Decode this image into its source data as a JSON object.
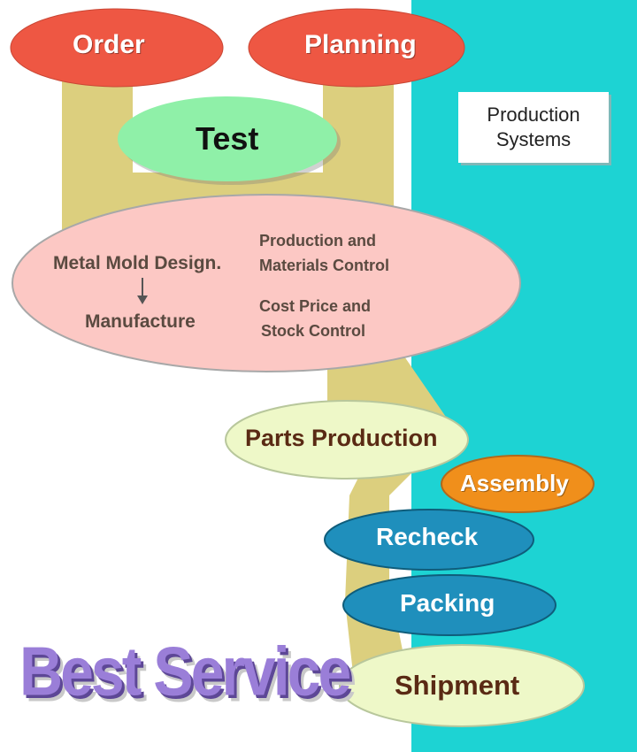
{
  "colors": {
    "cyan_band": "#1dd3d3",
    "tan_path": "#dccf7e",
    "red_oval": "#ee5743",
    "green_oval": "#8ff0a8",
    "pink_oval": "#fcc8c4",
    "cream_oval": "#eef8c8",
    "orange_oval": "#f08f1b",
    "blue_oval": "#1f8fbc",
    "headline": "#9a7ed8"
  },
  "nodes": {
    "order": "Order",
    "planning": "Planning",
    "test": "Test",
    "metal_mold": "Metal Mold Design.",
    "manufacture": "Manufacture",
    "production_materials_1": "Production and",
    "production_materials_2": "Materials Control",
    "cost_price_1": "Cost Price and",
    "cost_price_2": "Stock Control",
    "parts_production": "Parts Production",
    "assembly": "Assembly",
    "recheck": "Recheck",
    "packing": "Packing",
    "shipment": "Shipment"
  },
  "systems_box": {
    "line1": "Production",
    "line2": "Systems"
  },
  "headline": "Best Service"
}
